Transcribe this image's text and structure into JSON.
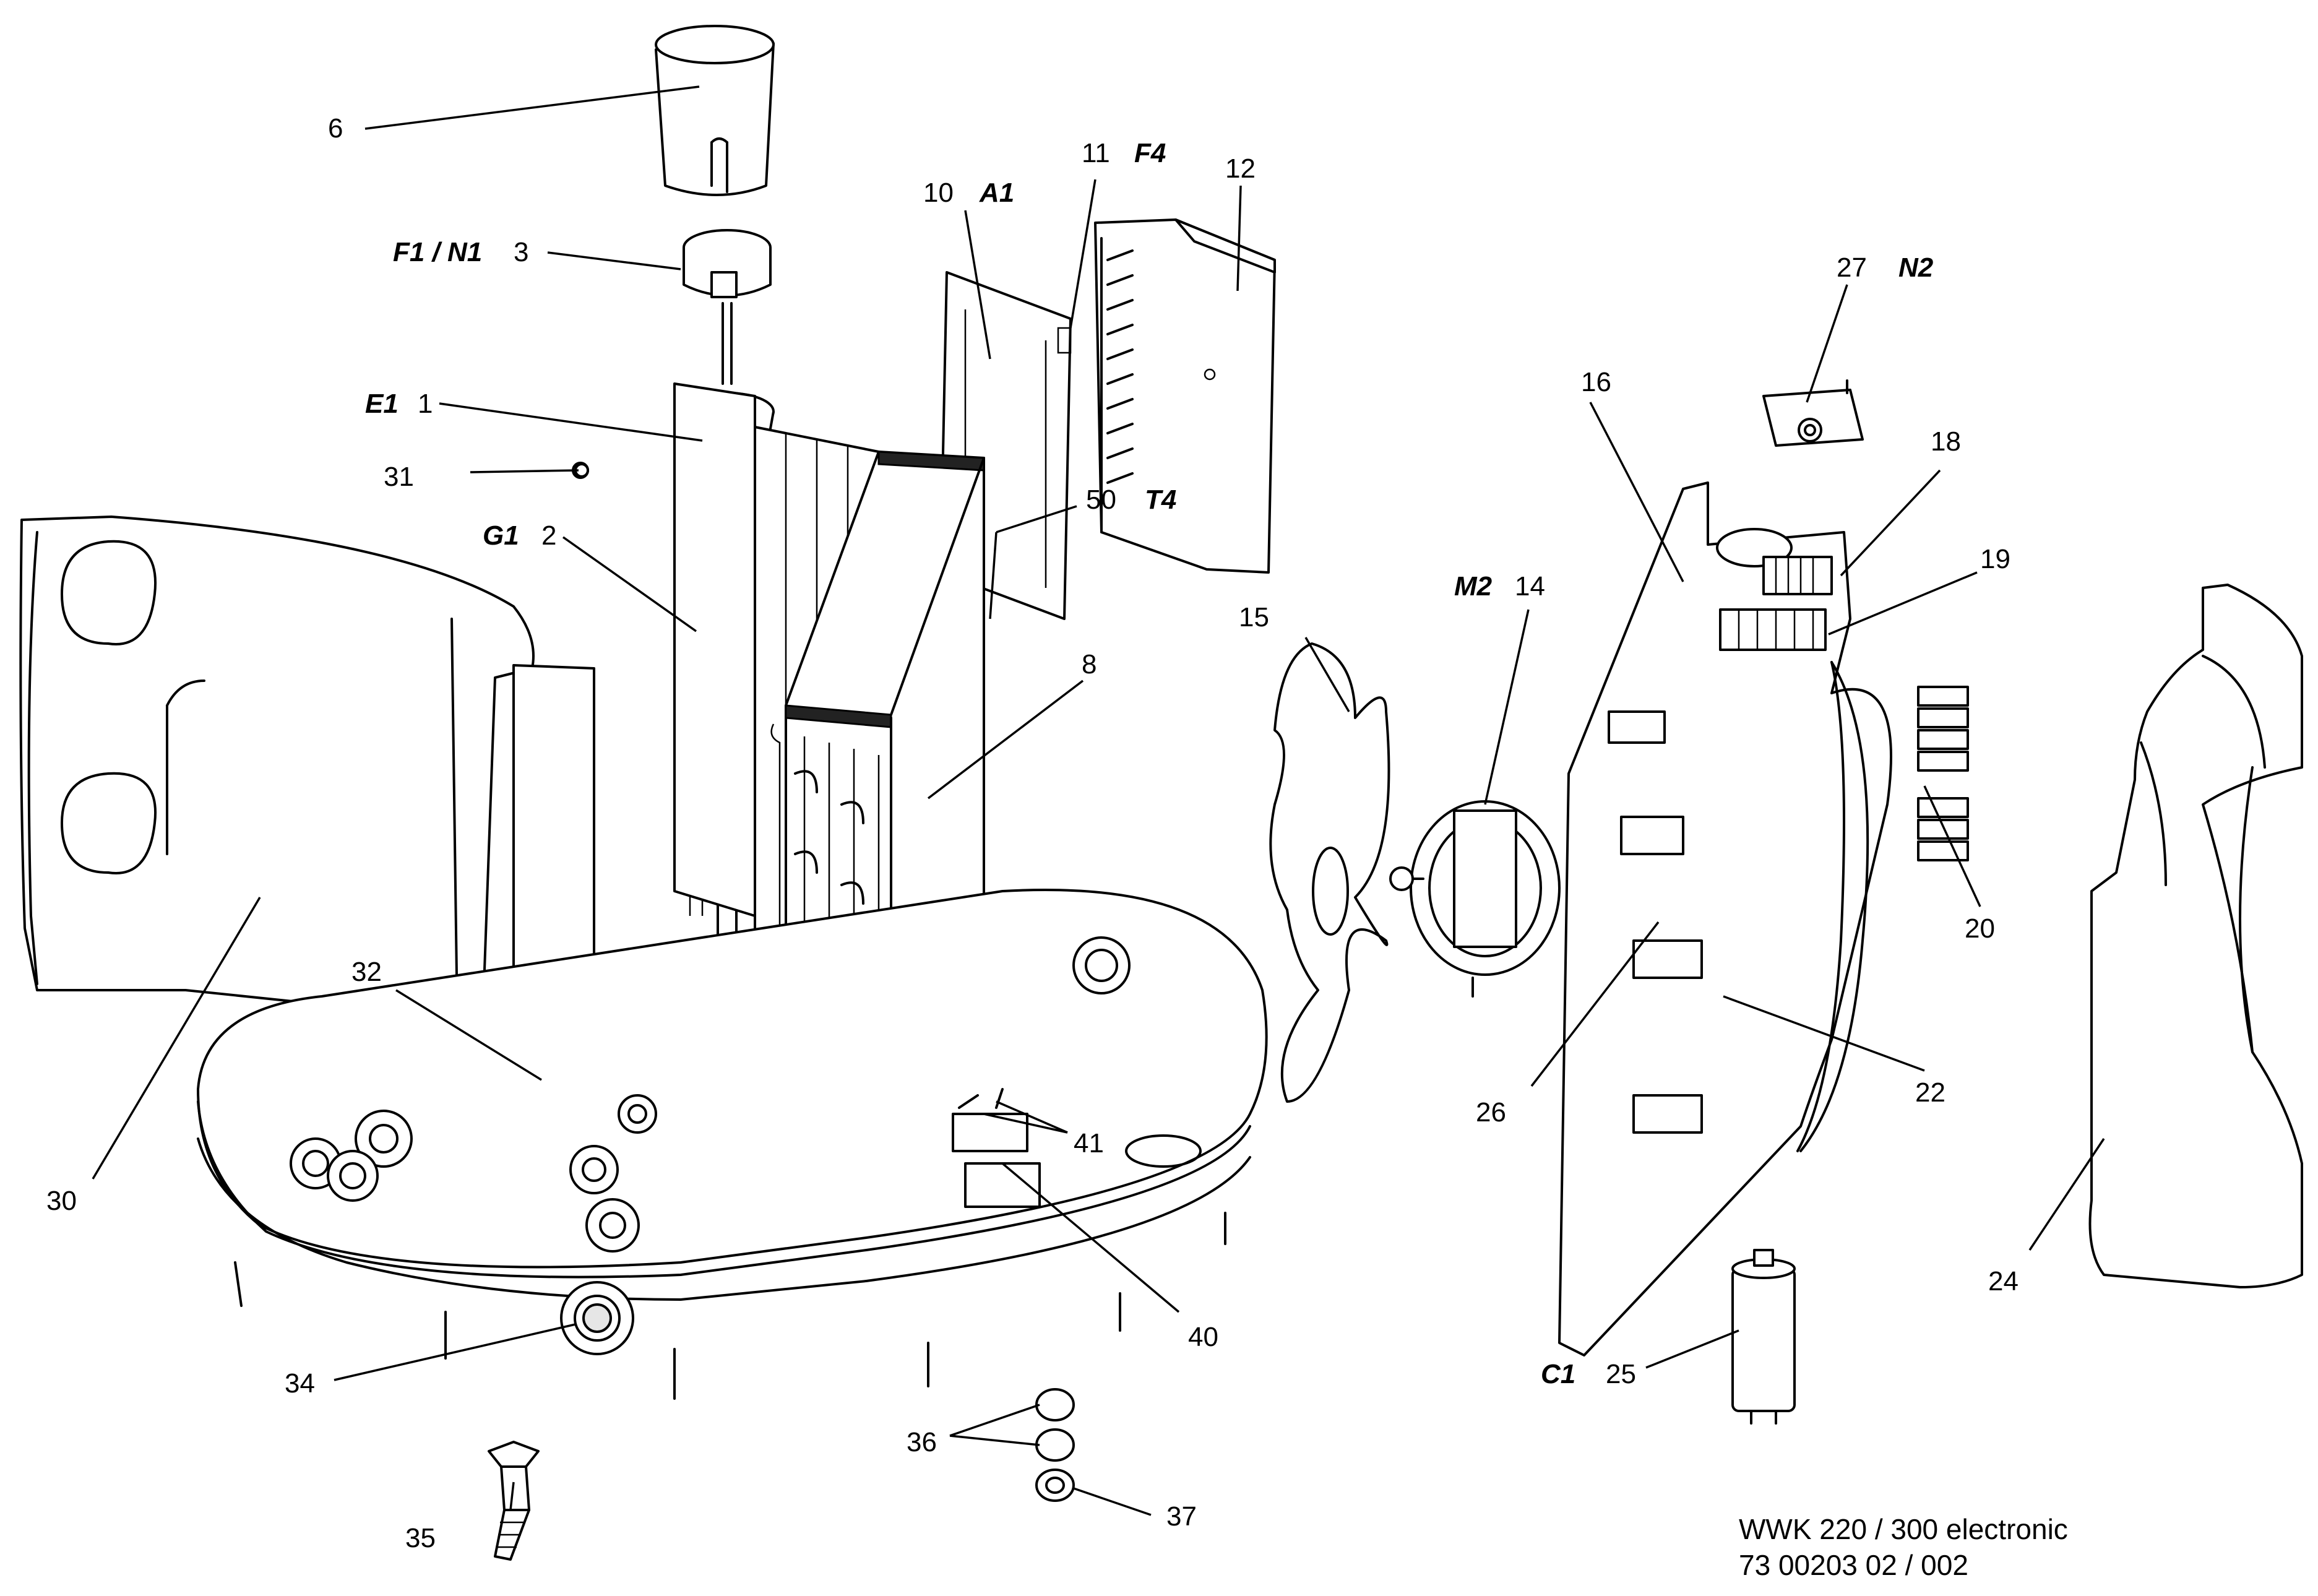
{
  "callouts": {
    "c1": "1",
    "c2": "2",
    "c3": "3",
    "c6": "6",
    "c8": "8",
    "c10": "10",
    "c11": "11",
    "c12": "12",
    "c14": "14",
    "c15": "15",
    "c16": "16",
    "c18": "18",
    "c19": "19",
    "c20": "20",
    "c22": "22",
    "c24": "24",
    "c25": "25",
    "c26": "26",
    "c27": "27",
    "c30": "30",
    "c31": "31",
    "c32": "32",
    "c34": "34",
    "c35": "35",
    "c36": "36",
    "c37": "37",
    "c40": "40",
    "c41": "41",
    "c50": "50"
  },
  "designations": {
    "e1": "E1",
    "g1": "G1",
    "f1n1": "F1 / N1",
    "a1": "A1",
    "f4": "F4",
    "n2": "N2",
    "m2": "M2",
    "t4": "T4",
    "c1": "C1"
  },
  "footer": {
    "model": "WWK 220 / 300 electronic",
    "doc_number": "73 00203 02 / 002"
  }
}
